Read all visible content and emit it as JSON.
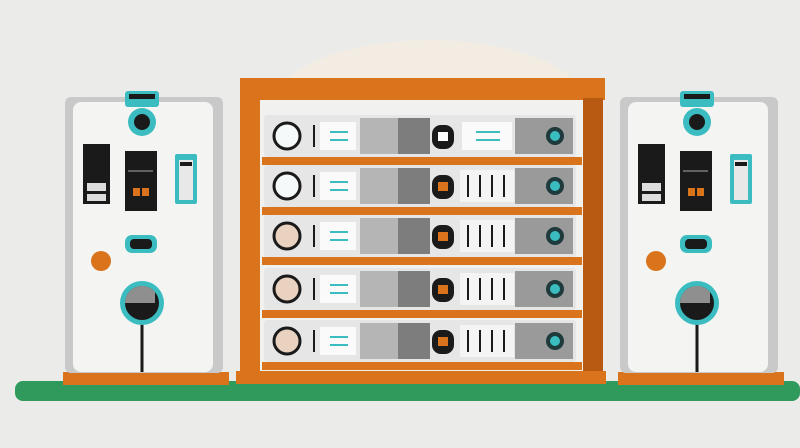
{
  "colors": {
    "background": "#ebebea",
    "glow": "#f3ece2",
    "orange": "#d9731c",
    "orange_dark": "#b85a12",
    "teal": "#3bbcc0",
    "ground": "#2f9a5c",
    "cabinet": "#f4f4f3",
    "cabinet_shade": "#c9c9c9",
    "drawer": "#e6e6e6",
    "drawer_dark": "#7d7d7d",
    "black": "#1a1a1a"
  },
  "rack": {
    "drawer_count": 5
  },
  "cabinets": [
    "left",
    "right"
  ]
}
